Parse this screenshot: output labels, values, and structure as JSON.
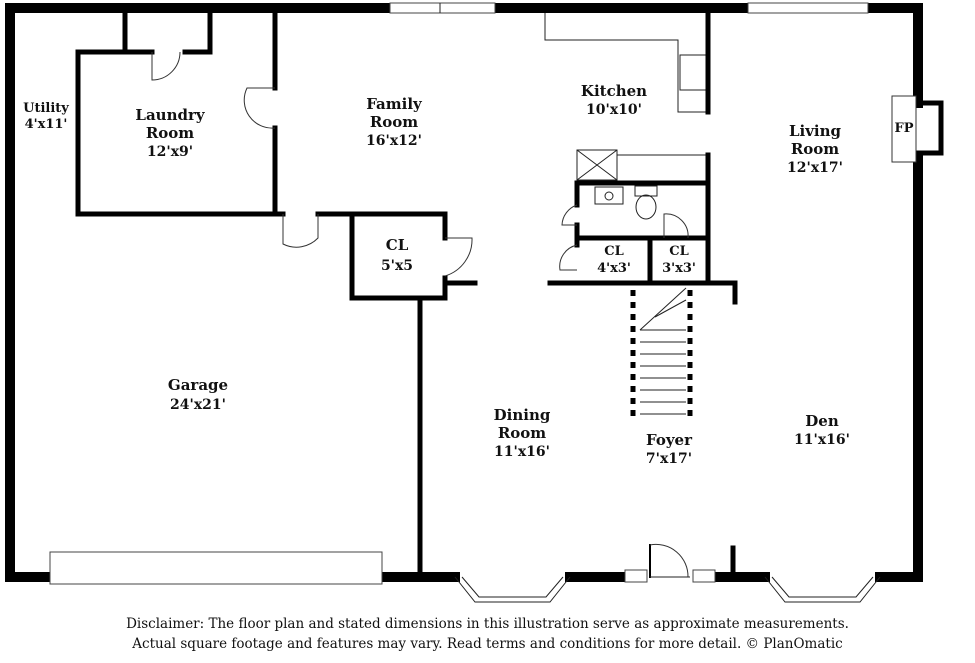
{
  "rooms": {
    "utility": {
      "name_line1": "Utility",
      "dim": "4'x11'"
    },
    "laundry": {
      "name_line1": "Laundry",
      "name_line2": "Room",
      "dim": "12'x9'"
    },
    "family": {
      "name_line1": "Family",
      "name_line2": "Room",
      "dim": "16'x12'"
    },
    "kitchen": {
      "name_line1": "Kitchen",
      "dim": "10'x10'"
    },
    "living": {
      "name_line1": "Living",
      "name_line2": "Room",
      "dim": "12'x17'"
    },
    "fireplace": {
      "label": "FP"
    },
    "closet_main": {
      "name_line1": "CL",
      "dim": "5'x5"
    },
    "closet_a": {
      "name_line1": "CL",
      "dim": "4'x3'"
    },
    "closet_b": {
      "name_line1": "CL",
      "dim": "3'x3'"
    },
    "garage": {
      "name_line1": "Garage",
      "dim": "24'x21'"
    },
    "dining": {
      "name_line1": "Dining",
      "name_line2": "Room",
      "dim": "11'x16'"
    },
    "foyer": {
      "name_line1": "Foyer",
      "dim": "7'x17'"
    },
    "den": {
      "name_line1": "Den",
      "dim": "11'x16'"
    }
  },
  "disclaimer": {
    "line1": "Disclaimer: The floor plan and stated dimensions in this illustration serve as approximate measurements.",
    "line2": "Actual square footage and features may vary. Read terms and conditions for more detail. © PlanOmatic"
  }
}
